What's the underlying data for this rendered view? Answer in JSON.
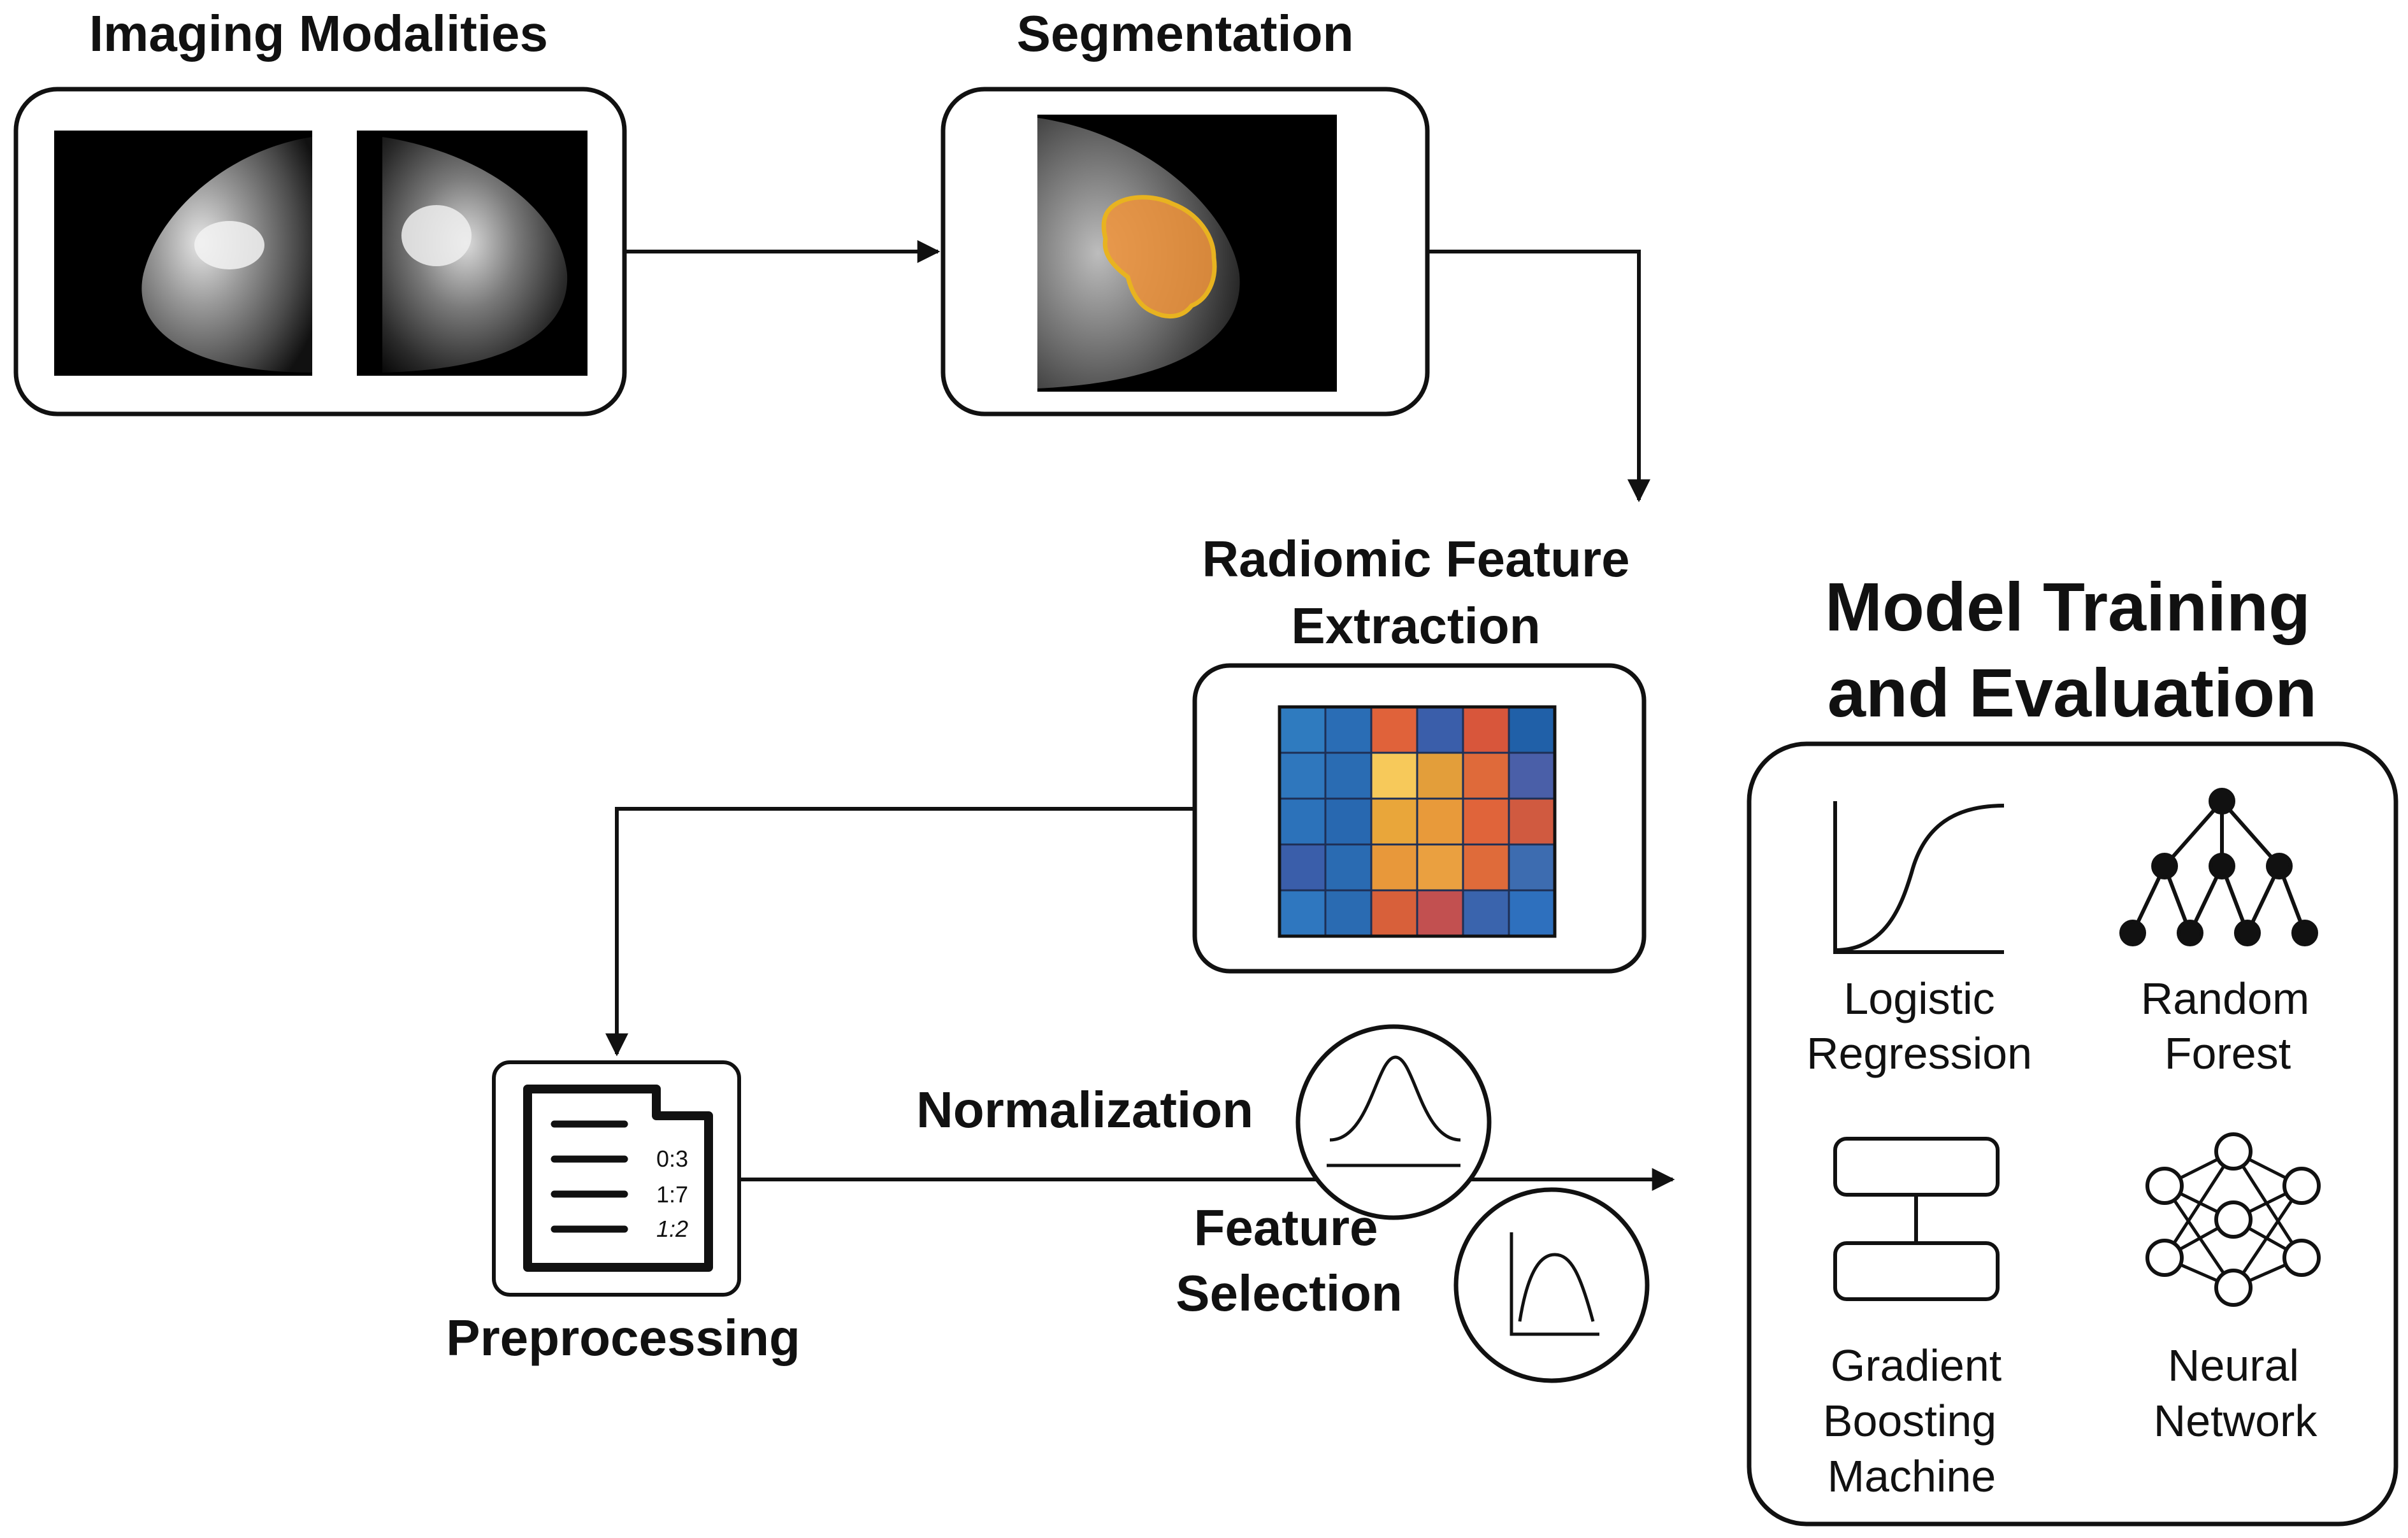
{
  "stages": {
    "imaging": {
      "title": "Imaging Modalities"
    },
    "segmentation": {
      "title": "Segmentation"
    },
    "radiomic": {
      "title_line1": "Radiomic Feature",
      "title_line2": "Extraction"
    },
    "preprocessing": {
      "title": "Preprocessing",
      "ratios": [
        "0:3",
        "1:7",
        "1:2"
      ]
    },
    "normalization": {
      "label": "Normalization"
    },
    "feature_selection": {
      "label_line1": "Feature",
      "label_line2": "Selection"
    },
    "model": {
      "title_line1": "Model Training",
      "title_line2": "and Evaluation",
      "models": [
        {
          "line1": "Logistic",
          "line2": "Regression",
          "icon": "sigmoid-curve-icon"
        },
        {
          "line1": "Random",
          "line2": "Forest",
          "icon": "tree-icon"
        },
        {
          "line1": "Gradient",
          "line2": "Boosting",
          "line3": "Machine",
          "icon": "boosting-blocks-icon"
        },
        {
          "line1": "Neural",
          "line2": "Network",
          "icon": "neural-network-icon"
        }
      ]
    }
  },
  "heatmap": {
    "colors": [
      [
        "#2f7bbf",
        "#2a6db5",
        "#e0623a",
        "#3a5eaa",
        "#d8563b",
        "#2060a8"
      ],
      [
        "#2f77bd",
        "#2a6cb3",
        "#f7c95a",
        "#e39e3a",
        "#df6a3a",
        "#4a5fa8"
      ],
      [
        "#2c72ba",
        "#2868b0",
        "#e9a63a",
        "#e89a3a",
        "#e0643a",
        "#d05a40"
      ],
      [
        "#3a5eaa",
        "#2a6bb2",
        "#e8983a",
        "#eaa040",
        "#df6b3a",
        "#3d6cb0"
      ],
      [
        "#2f77bf",
        "#2a6bb2",
        "#d8603a",
        "#c25050",
        "#3a64ad",
        "#2e70be"
      ]
    ]
  }
}
